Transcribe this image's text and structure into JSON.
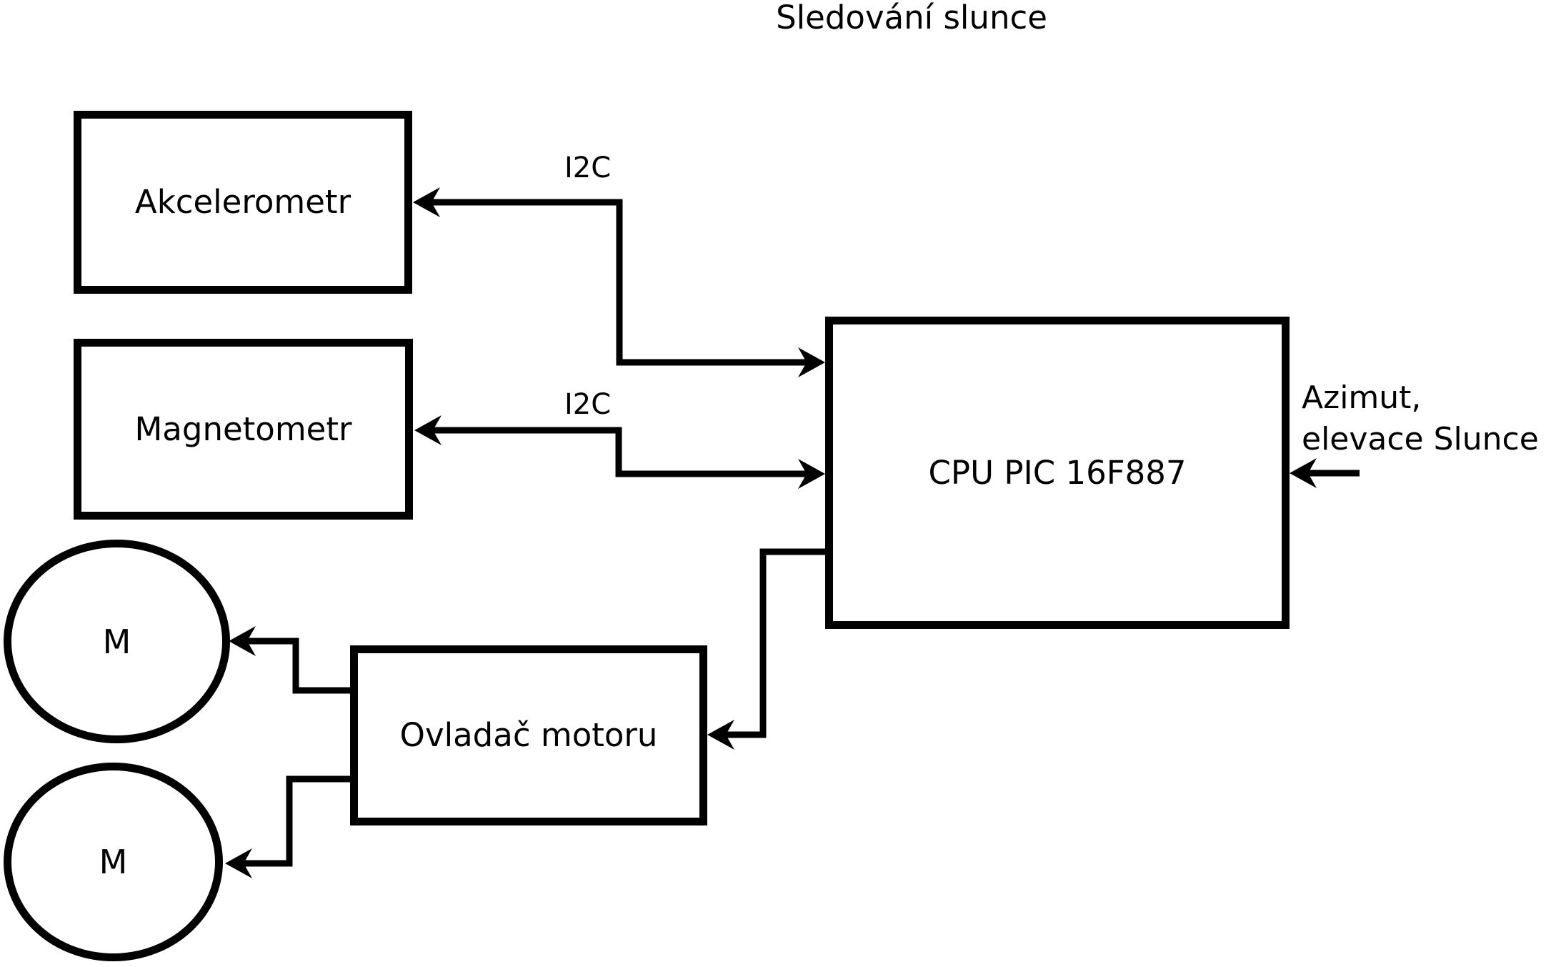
{
  "page": {
    "background_color": "#ffffff",
    "ink_color": "#000000"
  },
  "diagram": {
    "title": "Sledování slunce",
    "blocks": [
      {
        "id": "akcelerometr",
        "label": "Akcelerometr"
      },
      {
        "id": "magnetometr",
        "label": "Magnetometr"
      },
      {
        "id": "cpu",
        "label": "CPU PIC 16F887"
      },
      {
        "id": "ovladac",
        "label": "Ovladač motoru"
      }
    ],
    "motors": [
      {
        "id": "motor-1",
        "label": "M"
      },
      {
        "id": "motor-2",
        "label": "M"
      }
    ],
    "bus_labels": [
      {
        "id": "i2c-akcelerometr",
        "text": "I2C"
      },
      {
        "id": "i2c-magnetometr",
        "text": "I2C"
      }
    ],
    "input_annotation": {
      "line1": "Azimut,",
      "line2": "elevace Slunce"
    },
    "connections": [
      {
        "from": "CPU PIC 16F887",
        "to": "Akcelerometr",
        "label": "I2C",
        "arrows": "both-ends"
      },
      {
        "from": "CPU PIC 16F887",
        "to": "Magnetometr",
        "label": "I2C",
        "arrows": "both-ends"
      },
      {
        "from": "CPU PIC 16F887",
        "to": "Ovladač motoru",
        "label": "",
        "arrows": "into-ovladac"
      },
      {
        "from": "Ovladač motoru",
        "to": "M (horní motor)",
        "label": "",
        "arrows": "into-motor"
      },
      {
        "from": "Ovladač motoru",
        "to": "M (dolní motor)",
        "label": "",
        "arrows": "into-motor"
      },
      {
        "from": "Azimut, elevace Slunce",
        "to": "CPU PIC 16F887",
        "label": "",
        "arrows": "into-cpu"
      }
    ]
  }
}
